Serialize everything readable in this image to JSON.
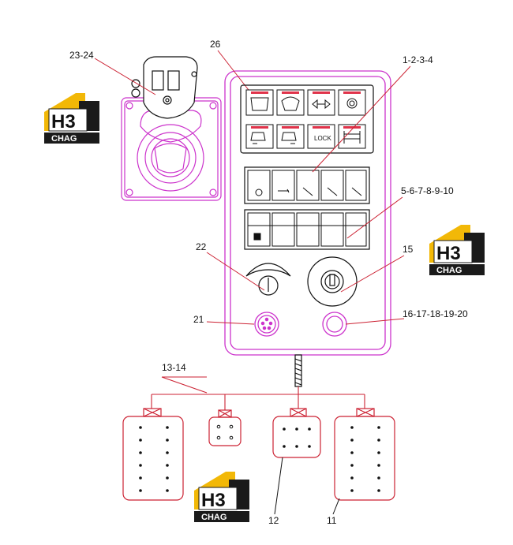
{
  "labels": {
    "joystick": "23-24",
    "panel": "26",
    "top_switches": "1-2-3-4",
    "mid_switches": "5-6-7-8-9-10",
    "ignition": "15",
    "dial": "22",
    "socket": "21",
    "buttons": "16-17-18-19-20",
    "harness": "13-14",
    "connector_a": "12",
    "connector_b": "11"
  },
  "keys": {
    "lock": "LOCK"
  },
  "logo": {
    "mark": "H3",
    "caption": "CHAG"
  },
  "colors": {
    "outline": "#cc33cc",
    "leader": "#cc2233",
    "line": "#111111",
    "logo_yellow": "#f2b807",
    "logo_black": "#1a1a1a"
  }
}
